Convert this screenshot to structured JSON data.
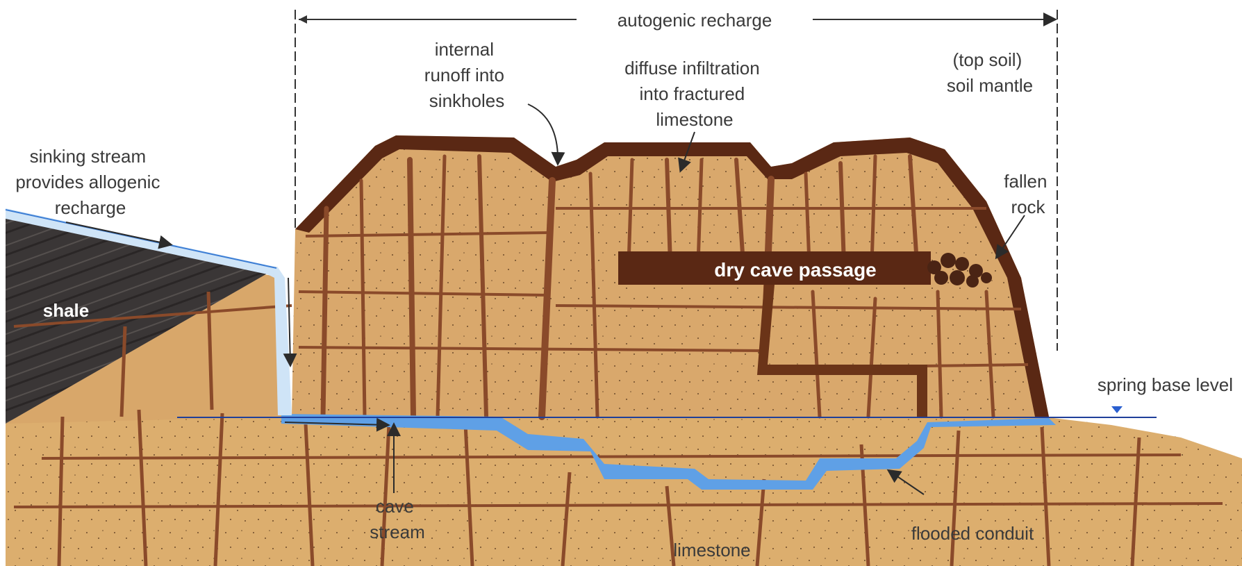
{
  "labels": {
    "autogenic_recharge": "autogenic recharge",
    "internal_runoff": [
      "internal",
      "runoff into",
      "sinkholes"
    ],
    "diffuse_infiltration": [
      "diffuse infiltration",
      "into fractured",
      "limestone"
    ],
    "soil_mantle": [
      "(top soil)",
      "soil mantle"
    ],
    "sinking_stream": [
      "sinking stream",
      "provides allogenic",
      "recharge"
    ],
    "fallen_rock": [
      "fallen",
      "rock"
    ],
    "shale": "shale",
    "dry_cave_passage": "dry cave passage",
    "spring_base_level": "spring base level",
    "cave_stream": [
      "cave",
      "stream"
    ],
    "limestone": "limestone",
    "flooded_conduit": "flooded conduit"
  },
  "colors": {
    "limestone": "#dcae6e",
    "fracture": "#8a4a2a",
    "soil": "#5a2814",
    "shale": "#3a3636",
    "water": "#5fa0e6",
    "base_line": "#1f3f9a"
  }
}
